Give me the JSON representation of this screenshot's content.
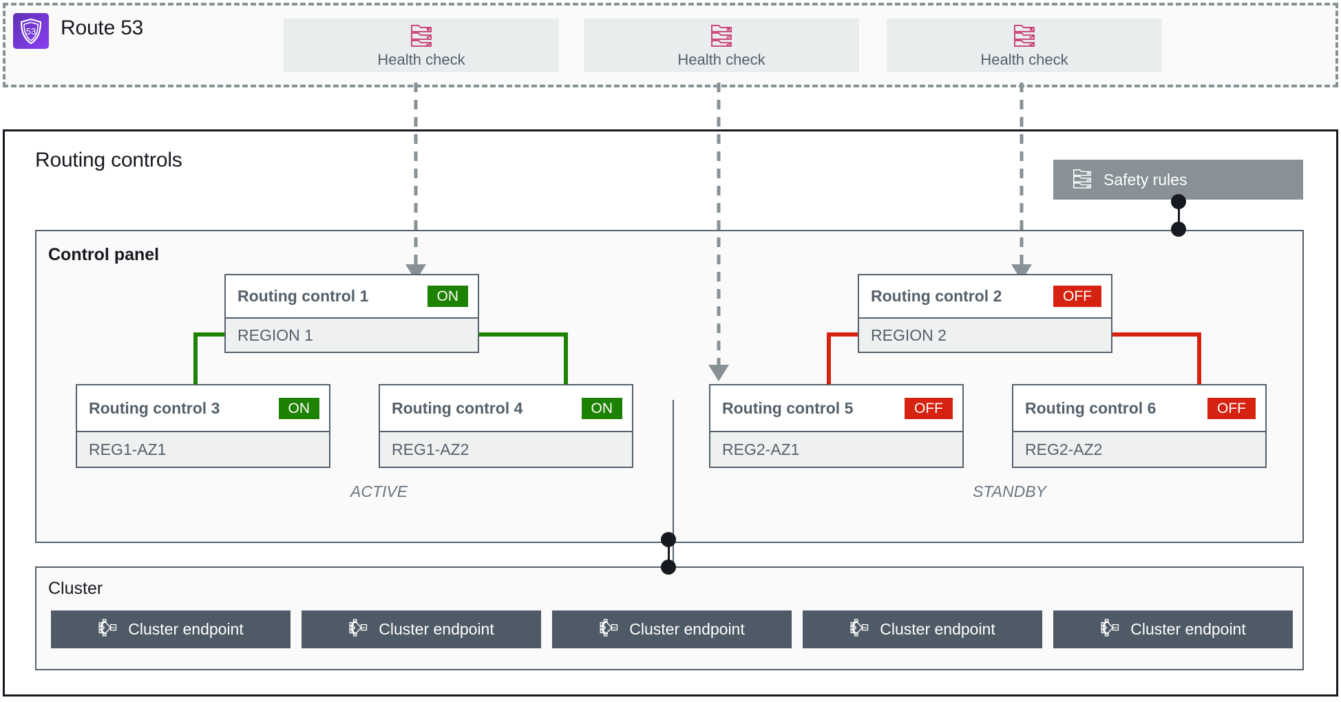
{
  "route53": {
    "title": "Route 53",
    "logo_text": "53",
    "logo_icon": "route53-shield-icon",
    "health_checks": [
      {
        "label": "Health check",
        "icon": "health-check-list-icon"
      },
      {
        "label": "Health check",
        "icon": "health-check-list-icon"
      },
      {
        "label": "Health check",
        "icon": "health-check-list-icon"
      }
    ]
  },
  "routing_controls": {
    "title": "Routing controls",
    "safety_rules": {
      "label": "Safety rules",
      "icon": "safety-rules-list-icon"
    },
    "control_panel": {
      "title": "Control panel",
      "zones": [
        {
          "label": "ACTIVE"
        },
        {
          "label": "STANDBY"
        }
      ],
      "controls": [
        {
          "name": "Routing control 1",
          "state": "ON",
          "scope": "REGION 1"
        },
        {
          "name": "Routing control 2",
          "state": "OFF",
          "scope": "REGION 2"
        },
        {
          "name": "Routing control 3",
          "state": "ON",
          "scope": "REG1-AZ1"
        },
        {
          "name": "Routing control 4",
          "state": "ON",
          "scope": "REG1-AZ2"
        },
        {
          "name": "Routing control 5",
          "state": "OFF",
          "scope": "REG2-AZ1"
        },
        {
          "name": "Routing control 6",
          "state": "OFF",
          "scope": "REG2-AZ2"
        }
      ]
    },
    "cluster": {
      "title": "Cluster",
      "endpoints": [
        {
          "label": "Cluster endpoint",
          "icon": "cluster-endpoint-network-icon"
        },
        {
          "label": "Cluster endpoint",
          "icon": "cluster-endpoint-network-icon"
        },
        {
          "label": "Cluster endpoint",
          "icon": "cluster-endpoint-network-icon"
        },
        {
          "label": "Cluster endpoint",
          "icon": "cluster-endpoint-network-icon"
        },
        {
          "label": "Cluster endpoint",
          "icon": "cluster-endpoint-network-icon"
        }
      ]
    }
  },
  "colors": {
    "on_green": "#1D8102",
    "off_red": "#D62211",
    "health_check_pink": "#C7336B",
    "route53_purple": "#8A3FF0",
    "safety_rules_gray": "#879196",
    "cluster_endpoint_gray": "#4E5A66",
    "border_dark": "#16191F",
    "border_gray": "#55606B",
    "panel_bg": "#FAFAFA",
    "sub_bg": "#EFF1F1"
  }
}
